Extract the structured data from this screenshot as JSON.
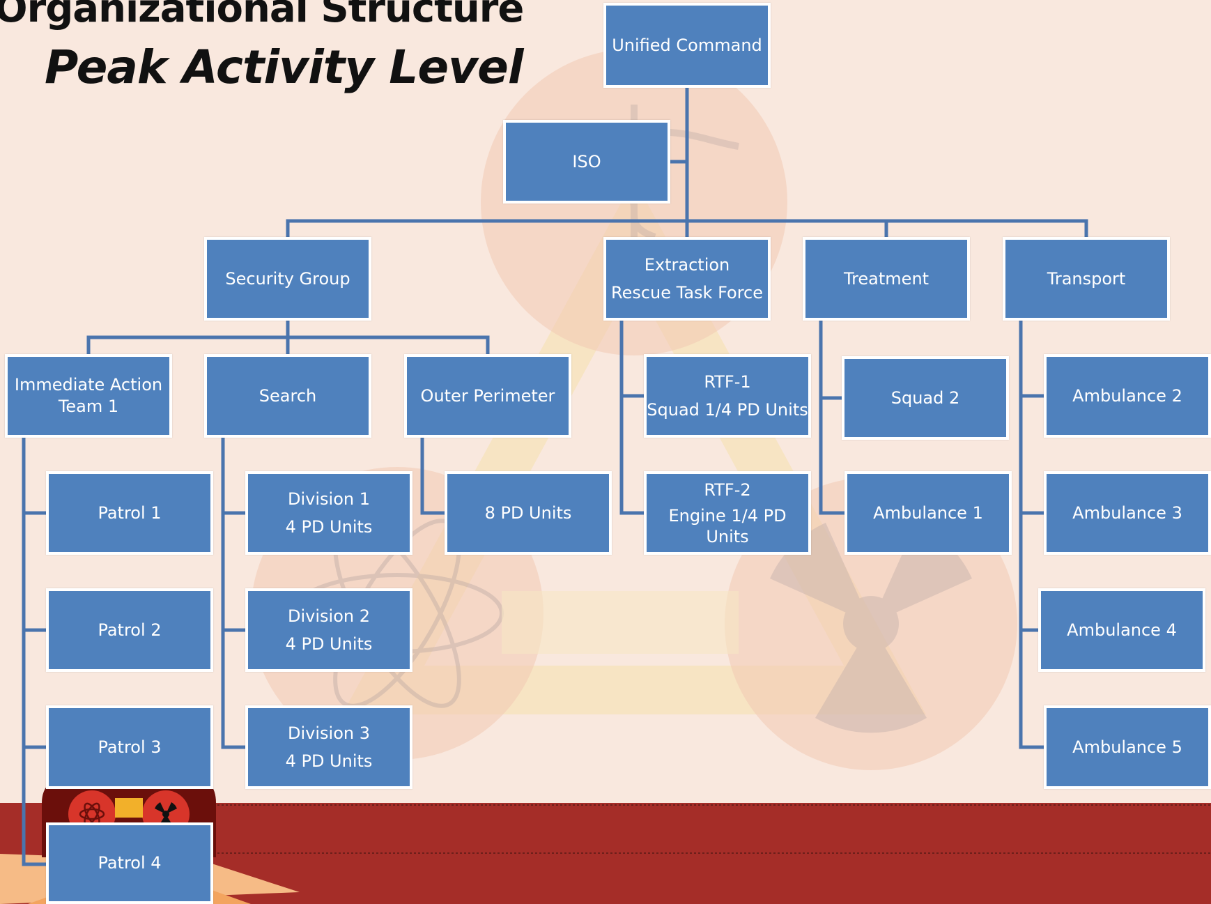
{
  "title": {
    "line1": "Organizational Structure",
    "line2": "Peak Activity Level"
  },
  "colors": {
    "background": "#f9e8de",
    "box_fill": "#4f81bd",
    "box_border": "#ffffff",
    "connector": "#4a74ad",
    "footer_band": "#a52d28"
  },
  "icons": [
    "caduceus-icon",
    "atom-icon",
    "radiation-icon",
    "biohazard-triangle-icon"
  ],
  "org": {
    "unified_command": "Unified Command",
    "iso": "ISO",
    "security_group": "Security Group",
    "extraction": {
      "line1": "Extraction",
      "line2": "Rescue Task Force"
    },
    "treatment": "Treatment",
    "transport": "Transport",
    "immediate_action_team": "Immediate Action Team 1",
    "search": "Search",
    "outer_perimeter": "Outer Perimeter",
    "patrols": [
      "Patrol 1",
      "Patrol 2",
      "Patrol 3",
      "Patrol 4"
    ],
    "divisions": [
      {
        "name": "Division 1",
        "units": "4 PD Units"
      },
      {
        "name": "Division 2",
        "units": "4 PD Units"
      },
      {
        "name": "Division 3",
        "units": "4 PD Units"
      }
    ],
    "perimeter_units": "8 PD Units",
    "rtf1": {
      "name": "RTF-1",
      "detail": "Squad 1/4 PD Units"
    },
    "rtf2": {
      "name": "RTF-2",
      "detail": "Engine 1/4 PD Units"
    },
    "squad2": "Squad 2",
    "ambulance1": "Ambulance 1",
    "transport_ambulances": [
      "Ambulance 2",
      "Ambulance 3",
      "Ambulance 4",
      "Ambulance 5"
    ]
  }
}
